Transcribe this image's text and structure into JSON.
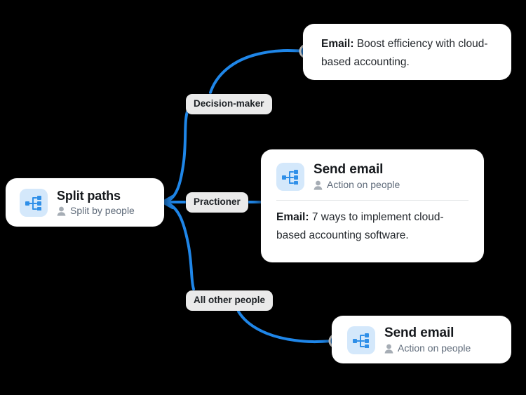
{
  "canvas": {
    "background": "#000000",
    "accent_blue": "#1f86e8",
    "tile_background": "#d4e8fb",
    "label_background": "#eaeaea"
  },
  "split_node": {
    "title": "Split paths",
    "subtitle": "Split by people",
    "icon": "split-paths-icon",
    "person_icon": "person-icon"
  },
  "branches": [
    {
      "label": "Decision-maker"
    },
    {
      "label": "Practioner"
    },
    {
      "label": "All other people"
    }
  ],
  "cards": {
    "top": {
      "body_label": "Email:",
      "body_text": " Boost efficiency with cloud-based accounting."
    },
    "middle": {
      "title": "Send email",
      "subtitle": "Action on people",
      "icon": "split-paths-icon",
      "person_icon": "person-icon",
      "body_label": "Email:",
      "body_text": " 7 ways to implement cloud-based accounting software."
    },
    "bottom": {
      "title": "Send email",
      "subtitle": "Action on people",
      "icon": "split-paths-icon",
      "person_icon": "person-icon"
    }
  }
}
